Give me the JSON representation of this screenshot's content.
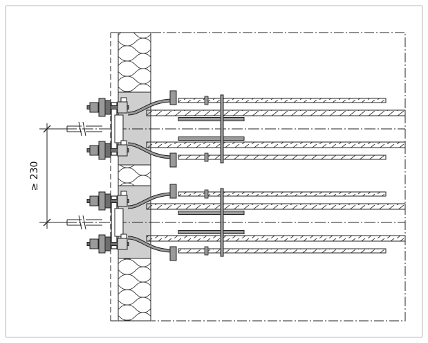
{
  "dimension": {
    "label": "≥ 230"
  },
  "colors": {
    "frame": "#b0b0b0",
    "line": "#222222",
    "steel": "#9a9a9a",
    "steel_dark": "#6e6e6e",
    "insulation_fill": "#ffffff",
    "concrete_fill": "#cfcfcf",
    "hatch": "#333333"
  },
  "icons": [
    "insulation-pattern",
    "rebar-hatch",
    "bolt-assembly",
    "centerline"
  ]
}
